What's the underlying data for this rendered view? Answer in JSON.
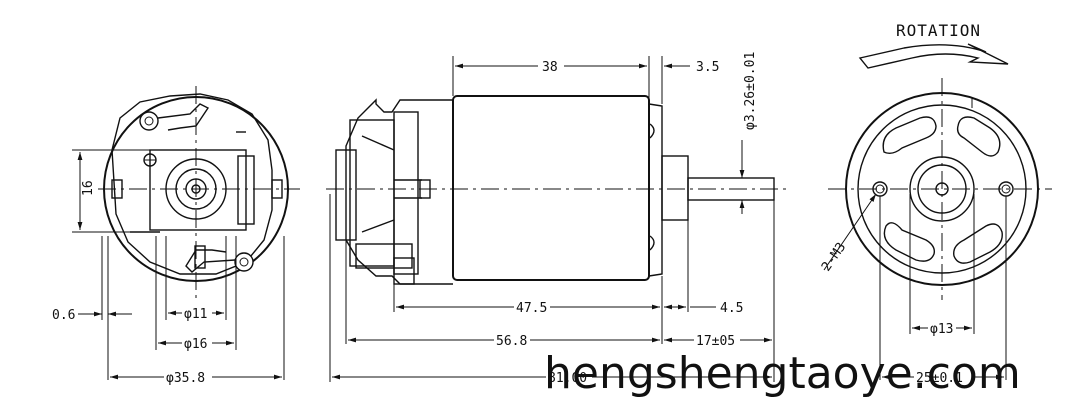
{
  "rotation_label": "ROTATION",
  "dimensions": {
    "left_view": {
      "height": "16",
      "gap": "0.6",
      "d_inner": "φ11",
      "d_mid": "φ16",
      "d_outer": "φ35.8"
    },
    "side_view": {
      "body_length": "38",
      "shaft_top": "3.5",
      "shaft_dia": "φ3.26±0.01",
      "len_a": "47.5",
      "len_b": "4.5",
      "len_c": "56.8",
      "shaft_len": "17±05",
      "overall": "81.00"
    },
    "right_view": {
      "screws": "2-M3",
      "boss_dia": "φ13",
      "hole_spacing": "25±0.1"
    }
  },
  "watermark": "hengshengtaoye.com"
}
